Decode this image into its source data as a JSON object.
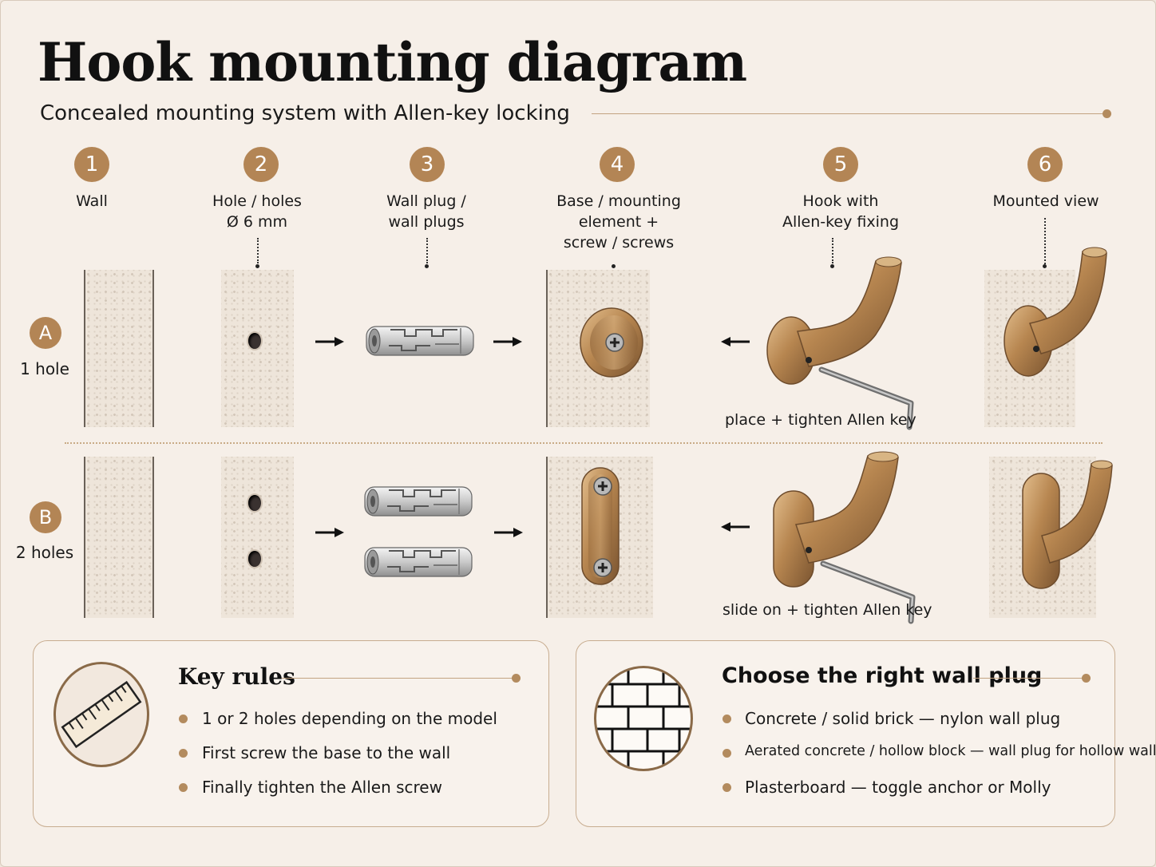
{
  "title": "Hook mounting diagram",
  "subtitle": "Concealed mounting system with Allen-key locking",
  "steps": [
    {
      "num": "1",
      "label": "Wall"
    },
    {
      "num": "2",
      "label": "Hole / holes\nØ 6 mm"
    },
    {
      "num": "3",
      "label": "Wall plug /\nwall plugs"
    },
    {
      "num": "4",
      "label": "Base / mounting\nelement +\nscrew / screws"
    },
    {
      "num": "5",
      "label": "Hook with\nAllen-key fixing"
    },
    {
      "num": "6",
      "label": "Mounted view"
    }
  ],
  "rows": {
    "a": {
      "letter": "A",
      "label": "1 hole",
      "action": "place + tighten Allen key"
    },
    "b": {
      "letter": "B",
      "label": "2 holes",
      "action": "slide on + tighten Allen key"
    }
  },
  "key_rules": {
    "title": "Key rules",
    "items": [
      "1 or 2 holes depending on the model",
      "First screw the base to the wall",
      "Finally tighten the Allen screw"
    ]
  },
  "wall_plug": {
    "title": "Choose the right wall plug",
    "items": [
      "Concrete / solid brick — nylon wall plug",
      "Aerated concrete / hollow block — wall plug for hollow walls",
      "Plasterboard — toggle anchor or Molly"
    ]
  },
  "colors": {
    "accent": "#b38555",
    "brass": "#b08150",
    "background": "#f6efe8"
  },
  "icons": [
    "ruler-icon",
    "brick-wall-icon",
    "wall-plug-icon",
    "screw-icon",
    "allen-key-icon",
    "hook-icon",
    "arrow-right-icon",
    "arrow-left-icon"
  ]
}
